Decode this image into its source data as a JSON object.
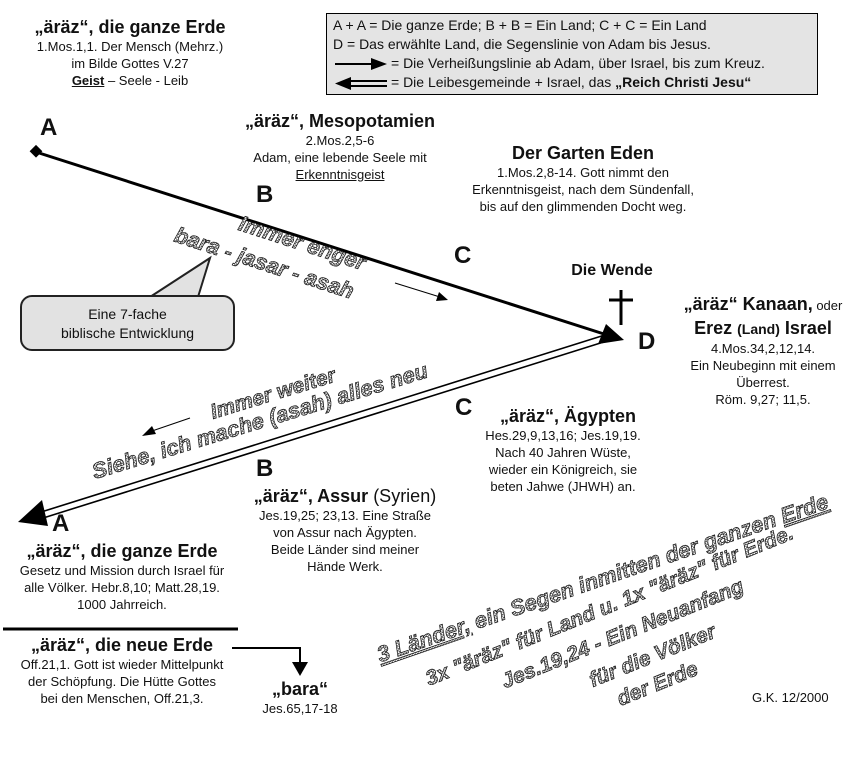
{
  "legend": {
    "line1": "A + A = Die ganze Erde;  B + B = Ein Land;  C + C = Ein Land",
    "line2": "D = Das erwählte Land, die Segenslinie von Adam bis Jesus.",
    "line3": "= Die Verheißungslinie ab Adam, über Israel, bis zum Kreuz.",
    "line4_prefix": "= Die Leibesgemeinde + Israel, das ",
    "line4_bold": "„Reich Christi Jesu“"
  },
  "points": {
    "a": "A",
    "b": "B",
    "c": "C",
    "d": "D"
  },
  "top_a": {
    "title": "„äräz“, die ganze Erde",
    "l1": "1.Mos.1,1. Der Mensch (Mehrz.)",
    "l2": "im Bilde Gottes V.27",
    "l3_u": "Geist",
    "l3": " – Seele - Leib"
  },
  "meso": {
    "title": "„äräz“, Mesopotamien",
    "l1": "2.Mos.2,5-6",
    "l2": "Adam, eine lebende Seele mit",
    "l3": "Erkenntnisgeist"
  },
  "eden": {
    "title": "Der Garten Eden",
    "l1": "1.Mos.2,8-14. Gott nimmt den",
    "l2": "Erkenntnisgeist, nach dem Sündenfall,",
    "l3": "bis auf den glimmenden Docht weg."
  },
  "wende": {
    "title": "Die Wende"
  },
  "kanaan": {
    "t1": "„äräz“ Kanaan,",
    "t1_small": " oder",
    "t2a": "Erez ",
    "t2_small": " (Land)",
    "t2b": " Israel",
    "l1": "4.Mos.34,2,12,14.",
    "l2": "Ein Neubeginn mit einem",
    "l3": "Überrest.",
    "l4": "Röm. 9,27; 11,5."
  },
  "aegypten": {
    "title": "„äräz“, Ägypten",
    "l1": "Hes.29,9,13,16; Jes.19,19.",
    "l2": "Nach 40 Jahren Wüste,",
    "l3": "wieder ein Königreich, sie",
    "l4": "beten Jahwe (JHWH) an."
  },
  "assur": {
    "title": "„äräz“, Assur",
    "title_rest": " (Syrien)",
    "l1": "Jes.19,25; 23,13. Eine Straße",
    "l2": "von Assur nach Ägypten.",
    "l3": "Beide Länder sind meiner",
    "l4": "Hände Werk."
  },
  "bottom_a": {
    "title": "„äräz“, die ganze Erde",
    "l1": "Gesetz und Mission durch Israel für",
    "l2": "alle Völker. Hebr.8,10; Matt.28,19.",
    "l3": "1000 Jahrreich."
  },
  "neue": {
    "title": "„äräz“, die neue Erde",
    "l1": "Off.21,1. Gott ist wieder Mittelpunkt",
    "l2": "der Schöpfung. Die Hütte Gottes",
    "l3": "bei den Menschen, Off.21,3."
  },
  "bara": {
    "title": "„bara“",
    "l1": "Jes.65,17-18"
  },
  "callout": {
    "l1": "Eine 7-fache",
    "l2": "biblische Entwicklung"
  },
  "wordart": {
    "enger": "Immer enger",
    "bara_jasar": "bara - jasar - asah",
    "weiter": "Immer weiter",
    "siehe": "Siehe, ich mache (asah) alles neu",
    "laender_a": "3 Länder,",
    "laender_b": " ein Segen inmitten der ganzen ",
    "laender_c": "Erde",
    "dreix": "3x \"äräz\" für Land u. 1x \"äräz\" für Erde.",
    "jes": "Jes.19,24 - Ein Neuanfang",
    "voelker": "für die Völker",
    "der_erde": "der Erde"
  },
  "signature": "G.K. 12/2000"
}
